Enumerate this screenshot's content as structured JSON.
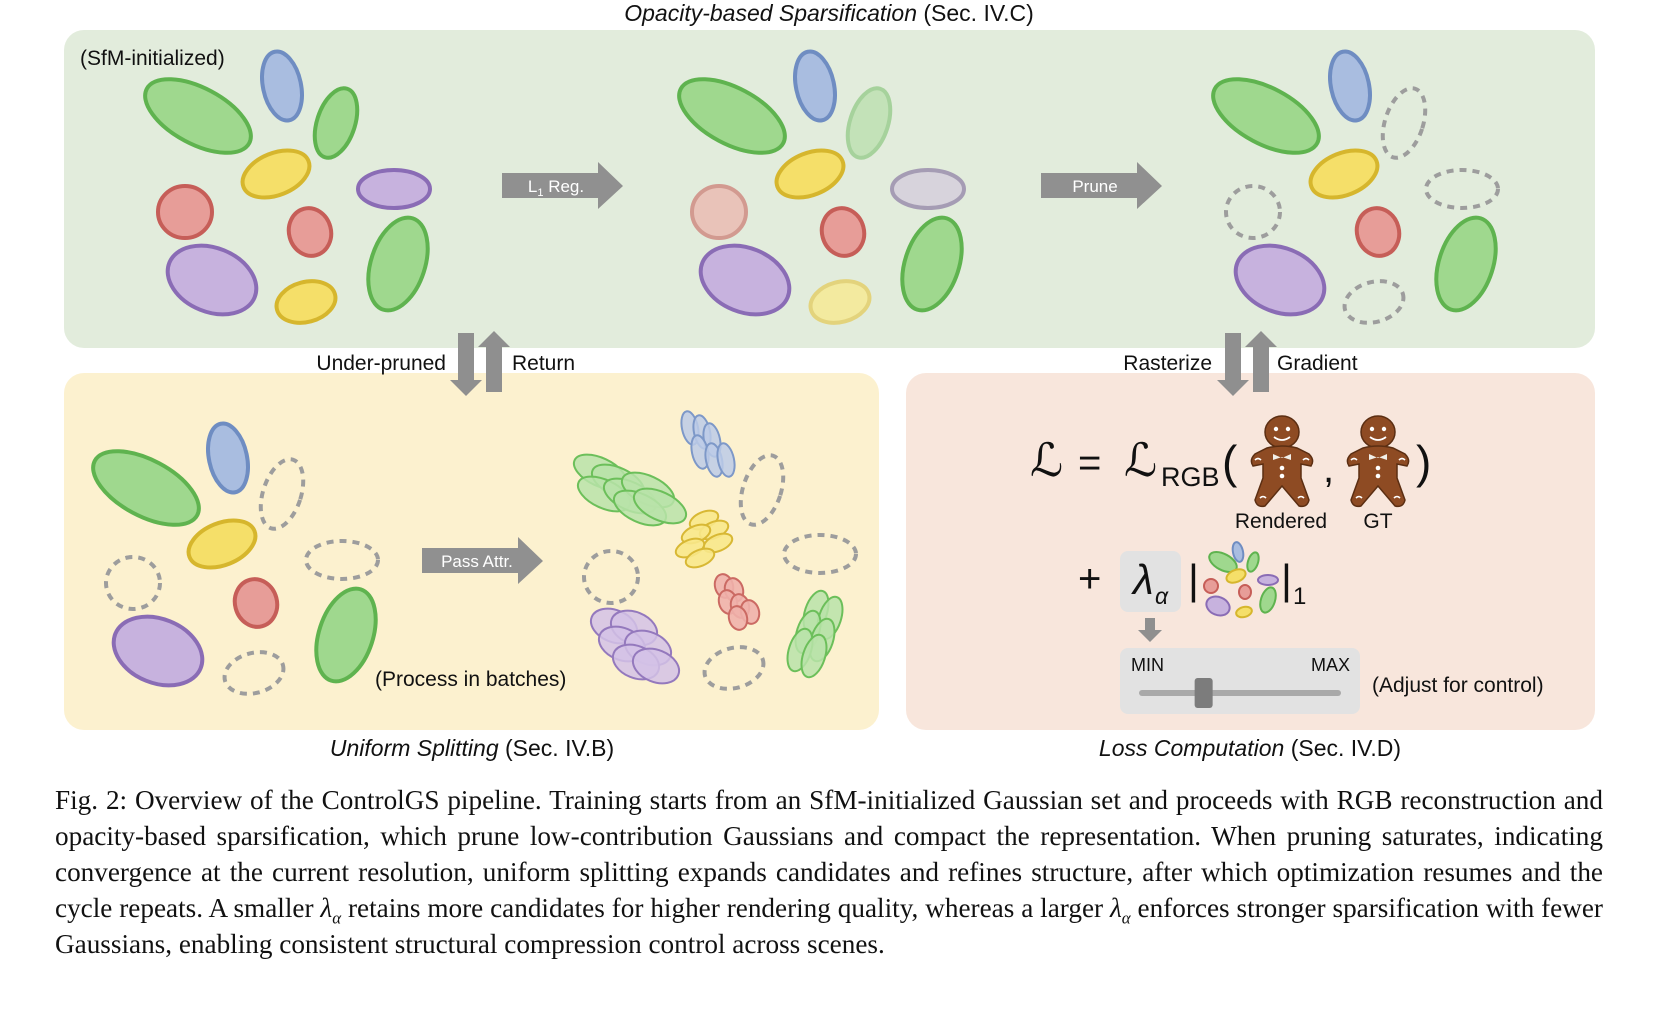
{
  "top_section": {
    "title_italic": "Opacity-based Sparsification",
    "title_ref": " (Sec. IV.C)",
    "corner_label": "(SfM-initialized)",
    "arrow_reg_label": "L",
    "arrow_reg_sub": "1",
    "arrow_reg_rest": " Reg.",
    "arrow_prune_label": "Prune"
  },
  "connectors": {
    "left_down": "Under-pruned",
    "left_up": "Return",
    "right_down": "Rasterize",
    "right_up": "Gradient"
  },
  "split_section": {
    "title_italic": "Uniform Splitting",
    "title_ref": " (Sec. IV.B)",
    "arrow_label": "Pass Attr.",
    "batch_note": "(Process in batches)"
  },
  "loss_section": {
    "title_italic": "Loss Computation",
    "title_ref": " (Sec. IV.D)",
    "formula_lhs": "ℒ",
    "formula_eq": "=",
    "formula_rgb": "ℒ",
    "formula_rgb_sub": "RGB",
    "formula_open": "(",
    "formula_comma": ",",
    "formula_close": ")",
    "label_rendered": "Rendered",
    "label_gt": "GT",
    "plus": "+",
    "lambda": "λ",
    "lambda_sub": "α",
    "bar": "|",
    "norm_sub": "1",
    "slider_min": "MIN",
    "slider_max": "MAX",
    "slider_value": 0.32,
    "slider_note": "(Adjust for control)"
  },
  "colors": {
    "green": "#9fd88e",
    "green_stroke": "#5fb34f",
    "blue": "#a9bde0",
    "blue_stroke": "#6f8dc2",
    "yellow": "#f5df69",
    "yellow_stroke": "#d6b62d",
    "red": "#e79d98",
    "red_stroke": "#c65e58",
    "purple": "#c7b2de",
    "purple_stroke": "#8a6cb5",
    "panel_green": "#e2ecdc",
    "panel_yellow": "#fcf1cf",
    "panel_peach": "#f8e6dc"
  },
  "caption": {
    "p1": "Fig. 2: Overview of the ControlGS pipeline. Training starts from an SfM-initialized Gaussian set and proceeds with RGB reconstruction and opacity-based sparsification, which prune low-contribution Gaussians and compact the representation. When pruning saturates, indicating convergence at the current resolution, uniform splitting expands candidates and refines structure, after which optimization resumes and the cycle repeats. A smaller ",
    "lam": "λ",
    "lam_sub": "α",
    "p2": " retains more candidates for higher rendering quality, whereas a larger ",
    "p3": " enforces stronger sparsification with fewer Gaussians, enabling consistent structural compression control across scenes."
  }
}
